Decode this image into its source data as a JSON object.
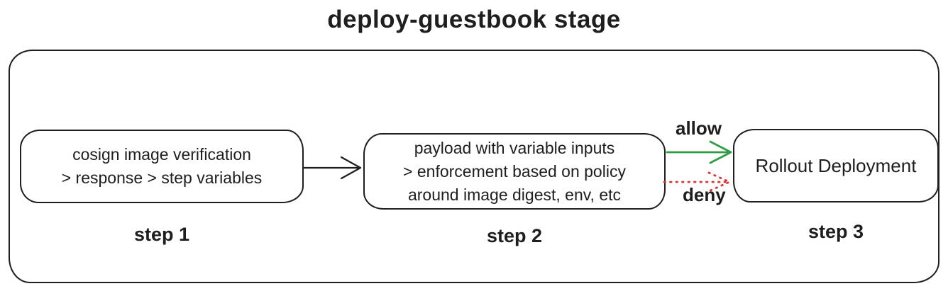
{
  "diagram": {
    "title": "deploy-guestbook stage",
    "nodes": [
      {
        "id": "step-1",
        "lines": [
          "cosign image verification",
          "> response > step variables"
        ],
        "step_label": "step 1"
      },
      {
        "id": "step-2",
        "lines": [
          "payload with variable inputs",
          "> enforcement based on policy",
          "around image digest, env, etc"
        ],
        "step_label": "step 2"
      },
      {
        "id": "step-3",
        "lines": [
          "Rollout Deployment"
        ],
        "step_label": "step 3"
      }
    ],
    "arrows": [
      {
        "id": "step1-to-step2",
        "label": "",
        "color": "#1e1e1e",
        "style": "solid"
      },
      {
        "id": "step2-to-step3-allow",
        "label": "allow",
        "color": "#2f9e44",
        "style": "solid"
      },
      {
        "id": "step2-to-step3-deny",
        "label": "deny",
        "color": "#e03131",
        "style": "dotted"
      }
    ],
    "colors": {
      "ink": "#1e1e1e",
      "background": "#ffffff",
      "allow": "#2f9e44",
      "deny": "#e03131"
    }
  }
}
